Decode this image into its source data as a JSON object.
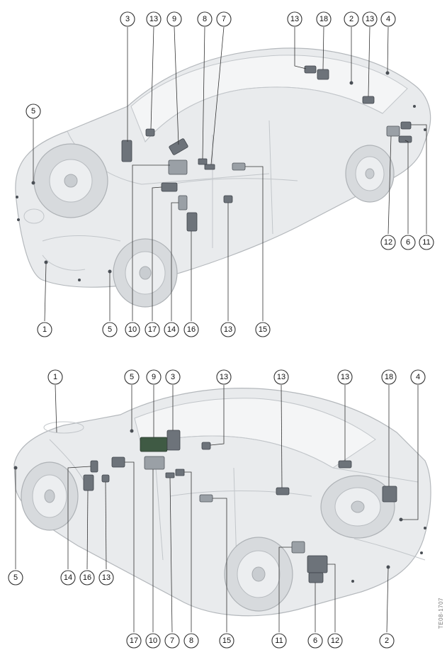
{
  "figure_code": "TE08-1707",
  "top_view": {
    "callouts": [
      "3",
      "13",
      "9",
      "8",
      "7",
      "13",
      "18",
      "2",
      "13",
      "4",
      "5",
      "12",
      "6",
      "11",
      "1",
      "5",
      "10",
      "17",
      "14",
      "16",
      "13",
      "15"
    ]
  },
  "bottom_view": {
    "callouts": [
      "1",
      "5",
      "9",
      "3",
      "13",
      "13",
      "13",
      "18",
      "4",
      "5",
      "14",
      "16",
      "13",
      "17",
      "10",
      "7",
      "8",
      "15",
      "11",
      "6",
      "12",
      "2"
    ]
  }
}
